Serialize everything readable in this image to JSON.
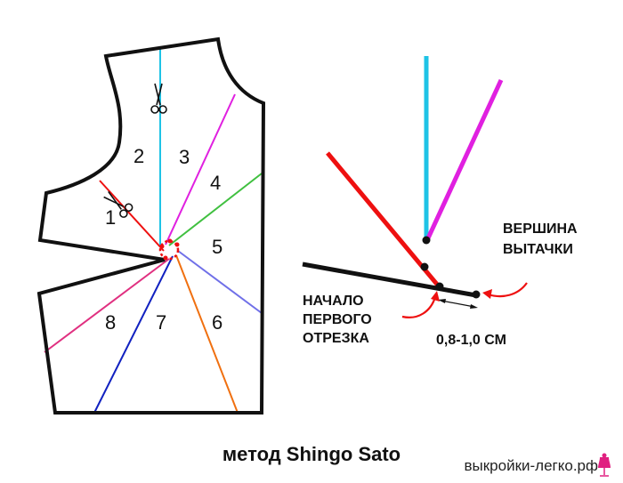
{
  "pattern": {
    "piece_labels": [
      "1",
      "2",
      "3",
      "4",
      "5",
      "6",
      "7",
      "8"
    ],
    "colors": {
      "outline": "#111111",
      "blue_line": "#1ec3e6",
      "magenta_line": "#e020e0",
      "green_line": "#40c040",
      "violet_line": "#7070e8",
      "orange_line": "#f07010",
      "navy_line": "#1020c0",
      "pink_line": "#e03080",
      "red_line": "#ee1010"
    },
    "icons": [
      "scissors-icon",
      "scissors-icon"
    ]
  },
  "detail": {
    "apex_label_line1": "ВЕРШИНА",
    "apex_label_line2": "ВЫТАЧКИ",
    "start_label_line1": "НАЧАЛО",
    "start_label_line2": "ПЕРВОГО",
    "start_label_line3": "ОТРЕЗКА",
    "measure_label": "0,8-1,0 СМ"
  },
  "caption": "метод Shingo Sato",
  "site": "выкройки-легко.рф",
  "site_icon": "dress-form-icon"
}
